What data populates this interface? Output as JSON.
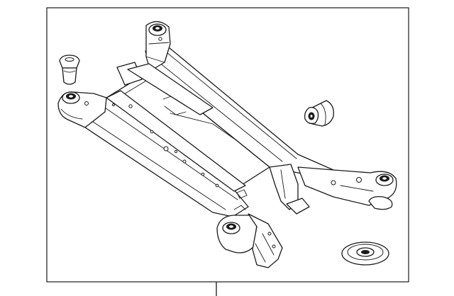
{
  "diagram": {
    "colors": {
      "line": "#1a1a1a",
      "background": "#ffffff",
      "frame": "#1a1a1a"
    },
    "parts": [
      {
        "id": "crossmember",
        "kind": "rear-suspension-subframe"
      },
      {
        "id": "upper-bushing",
        "kind": "cylindrical-bushing"
      },
      {
        "id": "side-bushing",
        "kind": "cylindrical-bushing"
      },
      {
        "id": "stopper-plate",
        "kind": "conical-washer"
      }
    ]
  }
}
